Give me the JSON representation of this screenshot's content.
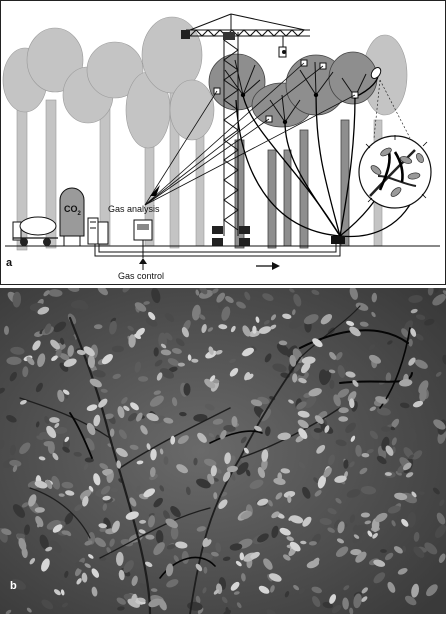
{
  "panel_a": {
    "panel_letter": "a",
    "tank_label_main": "CO",
    "tank_label_sub": "2",
    "gas_analysis_label": "Gas analysis",
    "gas_control_label": "Gas control"
  },
  "panel_b": {
    "panel_letter": "b"
  }
}
